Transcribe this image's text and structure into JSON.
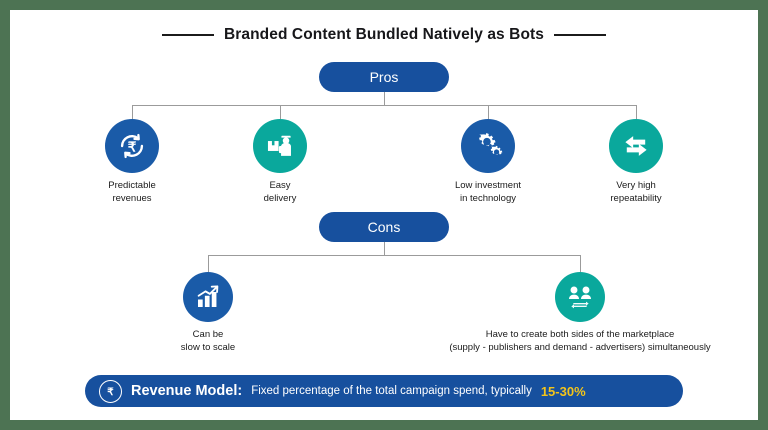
{
  "theme": {
    "page_background": "#4d7353",
    "card_background": "#ffffff",
    "blue": "#17509e",
    "circle_blue": "#1a5ba8",
    "teal": "#0aa89c",
    "connector_gray": "#9b9b9b",
    "highlight_yellow": "#f3c41a",
    "text_dark": "#1b1b1b"
  },
  "header": {
    "title": "Branded Content Bundled Natively as Bots"
  },
  "pros": {
    "label": "Pros",
    "items": [
      {
        "label": "Predictable\nrevenues",
        "icon": "recurring-rupee-icon",
        "color": "blue"
      },
      {
        "label": "Easy\ndelivery",
        "icon": "delivery-person-icon",
        "color": "teal"
      },
      {
        "label": "Low investment\nin technology",
        "icon": "gears-icon",
        "color": "blue"
      },
      {
        "label": "Very high\nrepeatability",
        "icon": "two-way-arrows-icon",
        "color": "teal"
      }
    ]
  },
  "cons": {
    "label": "Cons",
    "items": [
      {
        "label": "Can be\nslow to scale",
        "icon": "bar-chart-growth-icon",
        "color": "blue"
      },
      {
        "label": "Have to create both sides of the marketplace\n(supply - publishers and demand - advertisers) simultaneously",
        "icon": "two-users-exchange-icon",
        "color": "teal"
      }
    ]
  },
  "revenue_banner": {
    "icon": "rupee-circle-icon",
    "heading": "Revenue Model:",
    "description": "Fixed percentage of the total campaign spend, typically",
    "highlight": "15-30%"
  }
}
